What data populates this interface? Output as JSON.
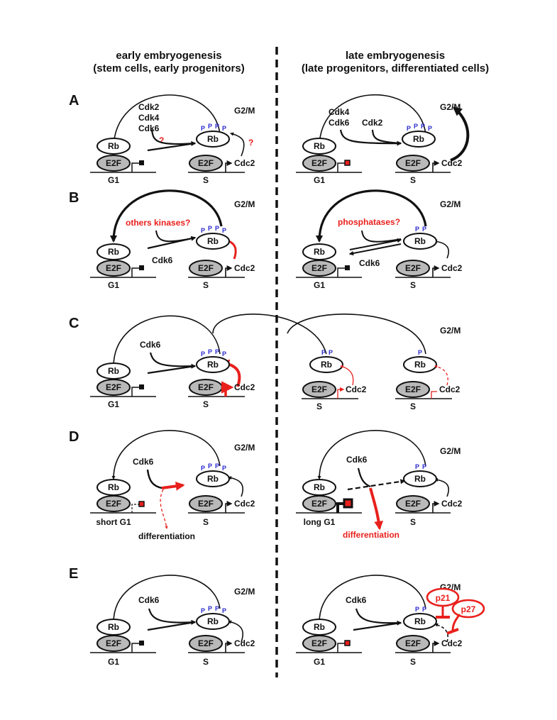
{
  "headers": {
    "left": [
      "early embryogenesis",
      "(stem cells, early progenitors)"
    ],
    "right": [
      "late embryogenesis",
      "(late progenitors, differentiated cells)"
    ]
  },
  "panels": [
    "A",
    "B",
    "C",
    "D",
    "E"
  ],
  "labels": {
    "rb": "Rb",
    "e2f": "E2F",
    "cdc2": "Cdc2",
    "g1": "G1",
    "s": "S",
    "g2m": "G2/M",
    "p": "P",
    "cdk2": "Cdk2",
    "cdk4": "Cdk4",
    "cdk6": "Cdk6",
    "question": "?",
    "others_kinases": "others kinases?",
    "phosphatases": "phosphatases?",
    "short_g1": "short G1",
    "long_g1": "long G1",
    "differentiation": "differentiation",
    "p21": "p21",
    "p27": "p27"
  },
  "colors": {
    "ink": "#111111",
    "accent_red": "#e8201c",
    "phospho_blue": "#2a2ad0",
    "e2f_fill": "#b9b9b9"
  }
}
